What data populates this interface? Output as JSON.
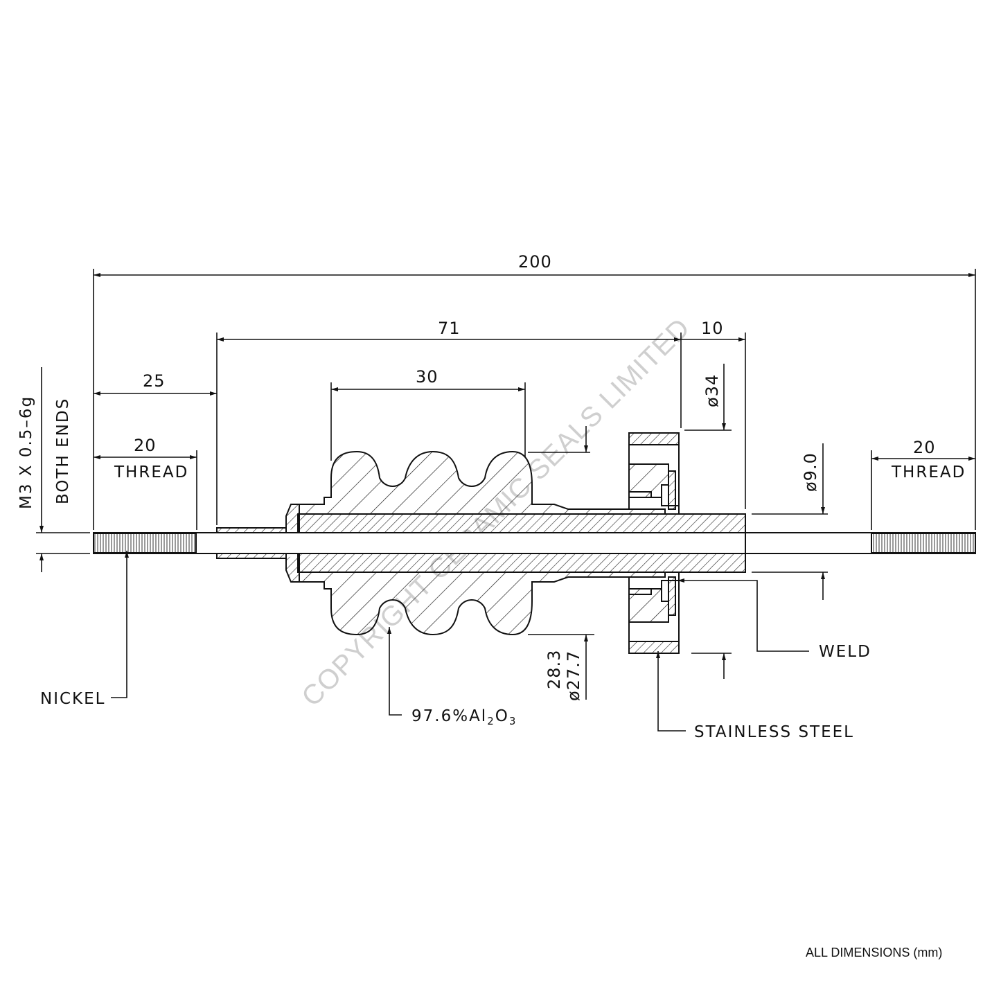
{
  "dimensions": {
    "overall_length": "200",
    "insulator_length": "71",
    "flange_offset": "10",
    "corrugation_length": "30",
    "end_offset": "25",
    "thread_left_length": "20",
    "thread_left_label": "THREAD",
    "thread_right_length": "20",
    "thread_right_label": "THREAD",
    "flange_diameter": "ø34",
    "conductor_diameter": "ø9.0",
    "insulator_dia_a": "28.3",
    "insulator_dia_b": "ø27.7"
  },
  "thread_spec": {
    "line1": "M3 X 0.5–6g",
    "line2": "BOTH ENDS"
  },
  "materials": {
    "nickel": "NICKEL",
    "ceramic_prefix": "97.6%Al",
    "ceramic_sub1": "2",
    "ceramic_o": "O",
    "ceramic_sub2": "3",
    "weld": "WELD",
    "stainless": "STAINLESS STEEL"
  },
  "watermark": "COPYRIGHT CERAMIC SEALS LIMITED",
  "footer_note": "ALL DIMENSIONS (mm)"
}
